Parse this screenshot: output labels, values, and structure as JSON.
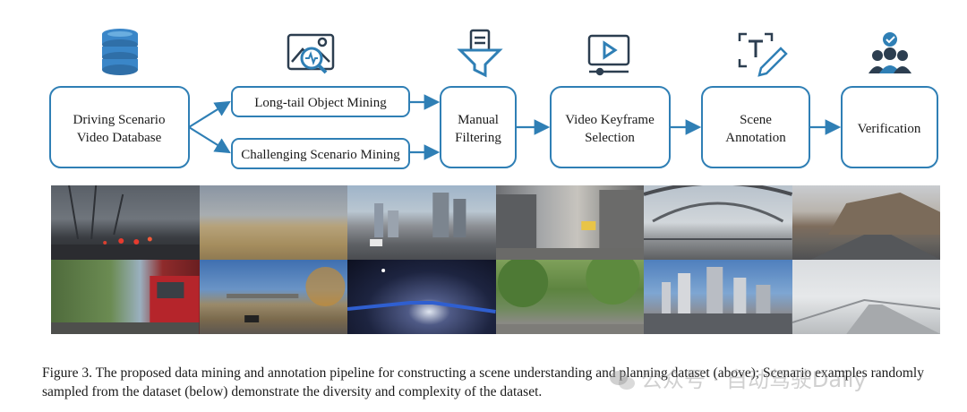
{
  "colors": {
    "accent": "#2f7fb5",
    "box_border": "#2f7fb5",
    "icon_dark": "#2c3e50",
    "icon_blue": "#2f7fb5"
  },
  "pipeline": {
    "database": {
      "label_line1": "Driving Scenario",
      "label_line2": "Video Database",
      "icon": "database-icon"
    },
    "mining_longtail": {
      "label": "Long-tail Object Mining",
      "icon": "image-search-icon"
    },
    "mining_challenging": {
      "label": "Challenging Scenario Mining"
    },
    "manual_filtering": {
      "label_line1": "Manual",
      "label_line2": "Filtering",
      "icon": "filter-icon"
    },
    "keyframe": {
      "label_line1": "Video Keyframe",
      "label_line2": "Selection",
      "icon": "video-icon"
    },
    "annotation": {
      "label_line1": "Scene",
      "label_line2": "Annotation",
      "icon": "text-edit-icon"
    },
    "verification": {
      "label": "Verification",
      "icon": "verified-team-icon"
    }
  },
  "caption": {
    "text": "Figure 3. The proposed data mining and annotation pipeline for constructing a scene understanding and planning dataset (above); Scenario examples randomly sampled from the dataset (below) demonstrate the diversity and complexity of the dataset."
  },
  "watermark": {
    "text": "公众号 · 自动驾驶Daily"
  }
}
